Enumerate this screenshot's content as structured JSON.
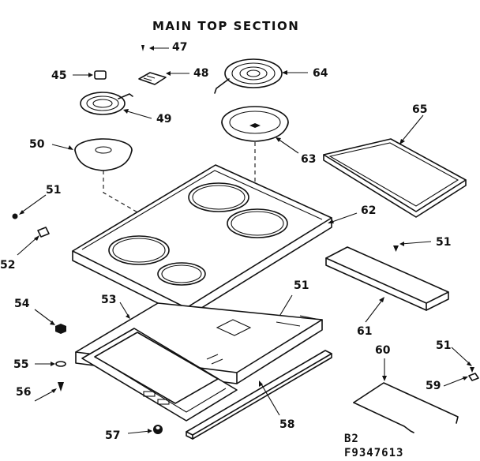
{
  "title": "MAIN TOP SECTION",
  "footer": {
    "line1": "B2",
    "line2": "F9347613"
  },
  "callouts": {
    "c45": "45",
    "c47": "47",
    "c48": "48",
    "c49": "49",
    "c50": "50",
    "c51a": "51",
    "c51b": "51",
    "c51c": "51",
    "c51d": "51",
    "c52": "52",
    "c53": "53",
    "c54": "54",
    "c55": "55",
    "c56": "56",
    "c57": "57",
    "c58": "58",
    "c59": "59",
    "c60": "60",
    "c61": "61",
    "c62": "62",
    "c63": "63",
    "c64": "64",
    "c65": "65"
  }
}
